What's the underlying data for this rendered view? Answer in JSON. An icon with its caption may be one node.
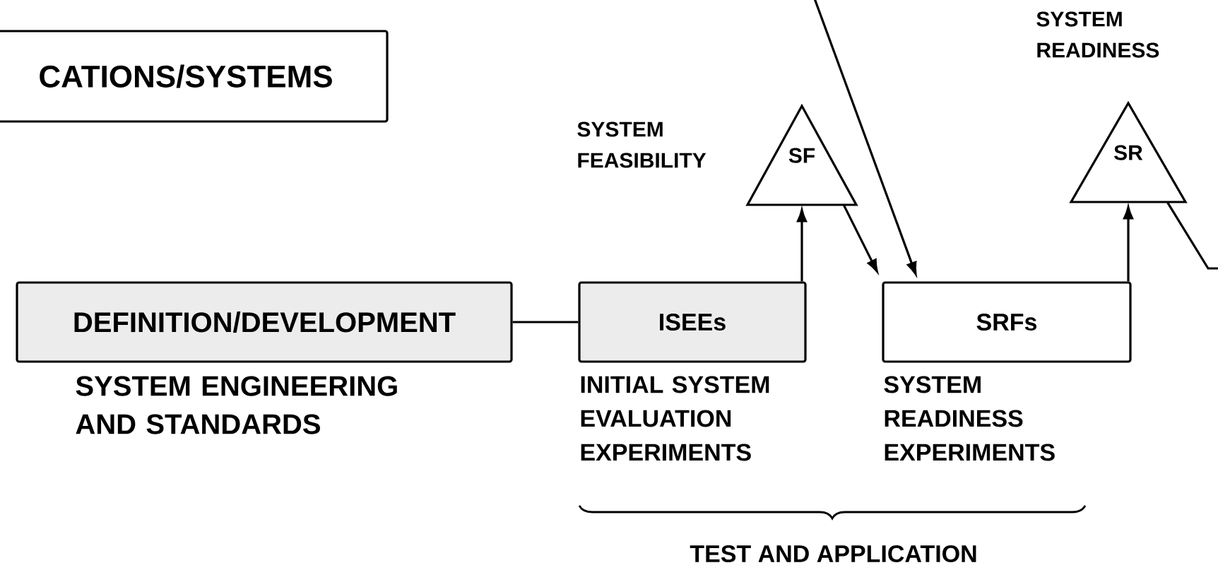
{
  "diagram": {
    "nodes": [
      {
        "text": [
          "CATIONS/SYSTEMS"
        ]
      },
      {
        "text": [
          "DEFINITION/DEVELOPMENT"
        ],
        "beside": [
          "SYSTEM ENGINEERING AND STANDARDS"
        ]
      },
      {
        "text": [
          "ISEEs"
        ],
        "beside": [
          "INITIAL SYSTEM EVALUATION EXPERIMENTS"
        ]
      },
      {
        "text": [
          "SF"
        ],
        "beside": [
          "SYSTEM FEASIBILITY"
        ]
      },
      {
        "text": [
          "SRFs"
        ],
        "beside": [
          "SYSTEM READINESS EXPERIMENTS"
        ]
      },
      {
        "text": [
          "SR"
        ],
        "beside": [
          "SYSTEM READINESS"
        ]
      }
    ],
    "edges": [
      {
        "from": 1,
        "to": 2,
        "arrow": "none"
      },
      {
        "from": 2,
        "to": 3,
        "arrow": "to"
      },
      {
        "from": 3,
        "to": 4,
        "arrow": "to"
      },
      {
        "from": null,
        "to": 4,
        "arrow": "to"
      },
      {
        "from": 4,
        "to": 5,
        "arrow": "to"
      },
      {
        "from": 5,
        "to": null,
        "arrow": "none"
      }
    ],
    "labels": [
      "TEST AND APPLICATION"
    ]
  }
}
